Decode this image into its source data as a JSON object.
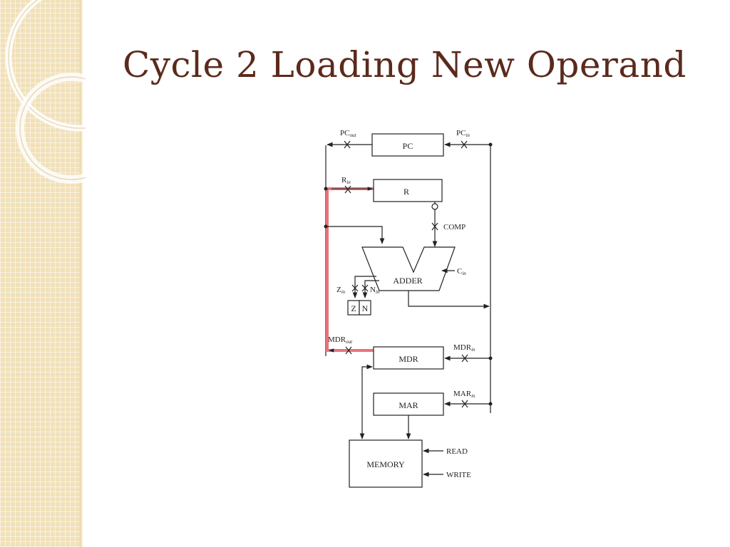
{
  "slide": {
    "title": "Cycle 2 Loading New Operand"
  },
  "diagram": {
    "registers": {
      "pc": "PC",
      "r": "R",
      "mdr": "MDR",
      "mar": "MAR",
      "memory": "MEMORY",
      "adder": "ADDER",
      "z": "Z",
      "n": "N"
    },
    "signals": {
      "pc_out": {
        "base": "PC",
        "sub": "out"
      },
      "pc_in": {
        "base": "PC",
        "sub": "in"
      },
      "r_in": {
        "base": "R",
        "sub": "in"
      },
      "comp": "COMP",
      "c_in": {
        "base": "C",
        "sub": "in"
      },
      "z_in": {
        "base": "Z",
        "sub": "in"
      },
      "n_in": {
        "base": "N",
        "sub": "in"
      },
      "mdr_out": {
        "base": "MDR",
        "sub": "out"
      },
      "mdr_in": {
        "base": "MDR",
        "sub": "in"
      },
      "mar_in": {
        "base": "MAR",
        "sub": "in"
      },
      "read": "READ",
      "write": "WRITE"
    },
    "colors": {
      "highlight": "#e8737b",
      "line": "#222222",
      "title": "#5b2a1c"
    }
  }
}
